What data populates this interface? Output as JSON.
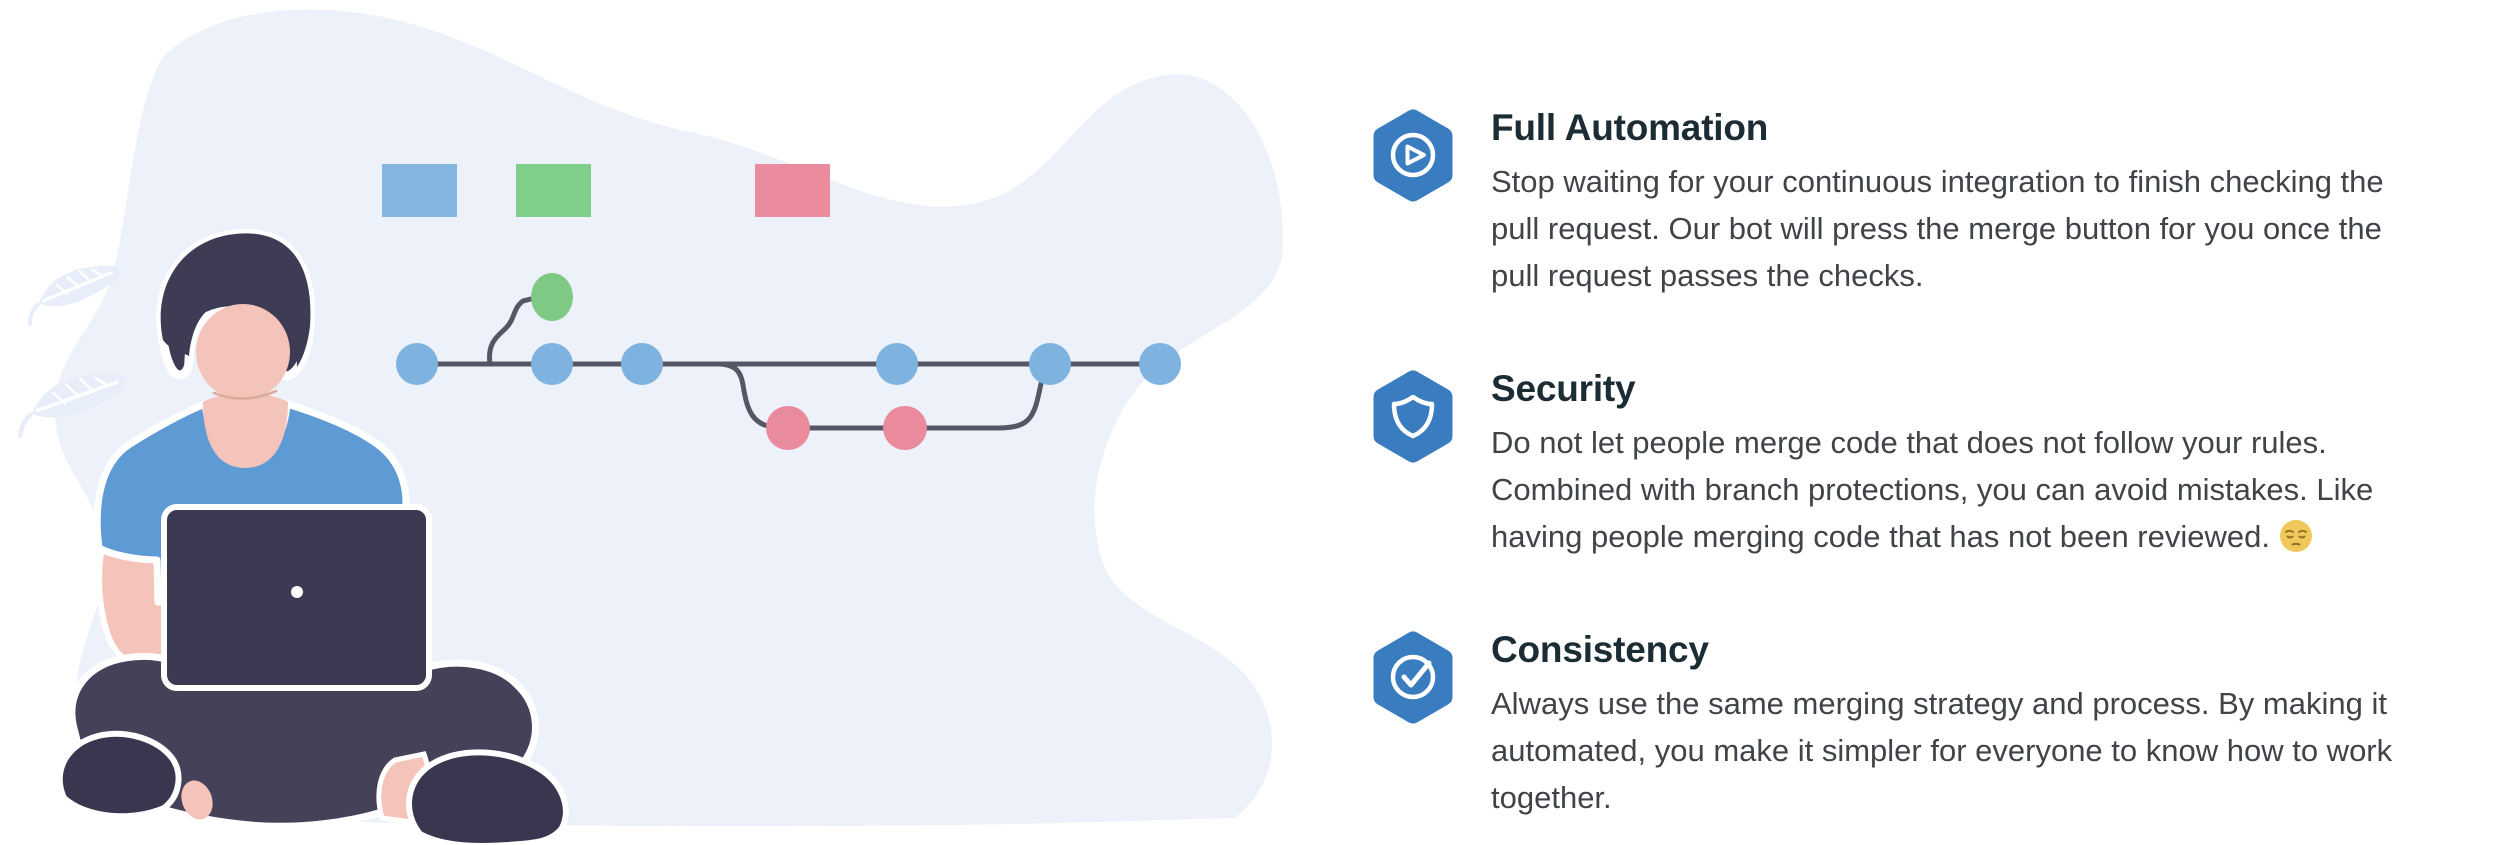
{
  "page": {
    "background": "#ffffff"
  },
  "illustration": {
    "alt": "Person sitting cross-legged working on a laptop next to a git commit graph",
    "blocks": [
      {
        "name": "blue-block",
        "color": "#84b5de"
      },
      {
        "name": "green-block",
        "color": "#7fcf8a"
      },
      {
        "name": "pink-block",
        "color": "#ea8b9e"
      }
    ],
    "graph": {
      "main_branch_commits": 6,
      "feature_branch_commits": 2,
      "tag_commits": 1,
      "node_blue": "#7fb3df",
      "node_green": "#7ec983",
      "node_pink": "#e98a9d",
      "line_color": "#575666"
    }
  },
  "features": [
    {
      "id": "full-automation",
      "icon": "play-circle",
      "title": "Full Automation",
      "lines": [
        "Stop waiting for your continuous integration to finish checking the",
        "pull request. Our bot will press the merge button for you once the",
        "pull request passes the checks."
      ]
    },
    {
      "id": "security",
      "icon": "shield",
      "title": "Security",
      "lines": [
        "Do not let people merge code that does not follow your rules.",
        "Combined with branch protections, you can avoid mistakes. Like",
        "having people merging code that has not been reviewed."
      ],
      "emoji": "😔"
    },
    {
      "id": "consistency",
      "icon": "check-circle",
      "title": "Consistency",
      "lines": [
        "Always use the same merging strategy and process. By making it",
        "automated, you make it simpler for everyone to know how to work",
        "together."
      ]
    }
  ],
  "colors": {
    "icon_hexagon": "#3a7cc0",
    "title_text": "#1b2c34",
    "body_text": "#404448",
    "background_blob": "#edf2fa",
    "emoji_face": "#f0c75a"
  }
}
